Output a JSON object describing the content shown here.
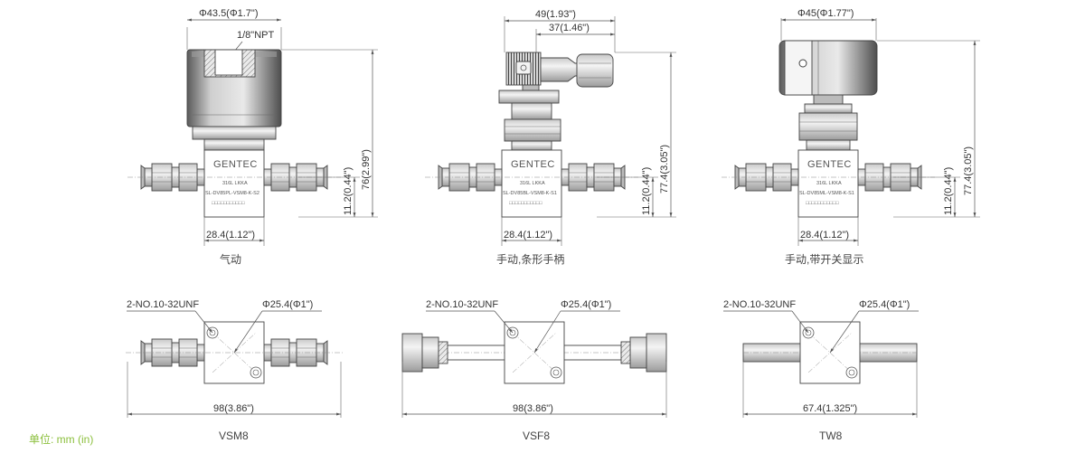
{
  "views": [
    {
      "brand": "GENTEC",
      "material": "316L  LKKA",
      "model": "SL-DV85PL-VSM8-K-S2",
      "marking": "□□□□□□□□□□□",
      "dim_top": "Φ43.5(Φ1.7\")",
      "dim_port": "1/8\"NPT",
      "dim_height": "76(2.99\")",
      "dim_center": "11.2(0.44\")",
      "dim_width": "28.4(1.12\")",
      "caption": "气动"
    },
    {
      "brand": "GENTEC",
      "material": "316L  LKKA",
      "model": "SL-DV85BL-VSM8-K-S1",
      "marking": "□□□□□□□□□□□",
      "dim_top": "49(1.93\")",
      "dim_top2": "37(1.46\")",
      "dim_height": "77.4(3.05\")",
      "dim_center": "11.2(0.44\")",
      "dim_width": "28.4(1.12\")",
      "caption": "手动,条形手柄"
    },
    {
      "brand": "GENTEC",
      "material": "316L  LKKA",
      "model": "SL-DV85ML-VSM8-K-S1",
      "marking": "□□□□□□□□□□□",
      "dim_top": "Φ45(Φ1.77\")",
      "dim_height": "77.4(3.05\")",
      "dim_center": "11.2(0.44\")",
      "dim_width": "28.4(1.12\")",
      "caption": "手动,带开关显示"
    }
  ],
  "bottom_views": [
    {
      "thread": "2-NO.10-32UNF",
      "dia": "Φ25.4(Φ1\")",
      "length": "98(3.86\")",
      "caption": "VSM8"
    },
    {
      "thread": "2-NO.10-32UNF",
      "dia": "Φ25.4(Φ1\")",
      "length": "98(3.86\")",
      "caption": "VSF8"
    },
    {
      "thread": "2-NO.10-32UNF",
      "dia": "Φ25.4(Φ1\")",
      "length": "67.4(1.325\")",
      "caption": "TW8"
    }
  ],
  "unit_note": "单位: mm (in)",
  "colors": {
    "unit_note": "#8bbf3c"
  }
}
